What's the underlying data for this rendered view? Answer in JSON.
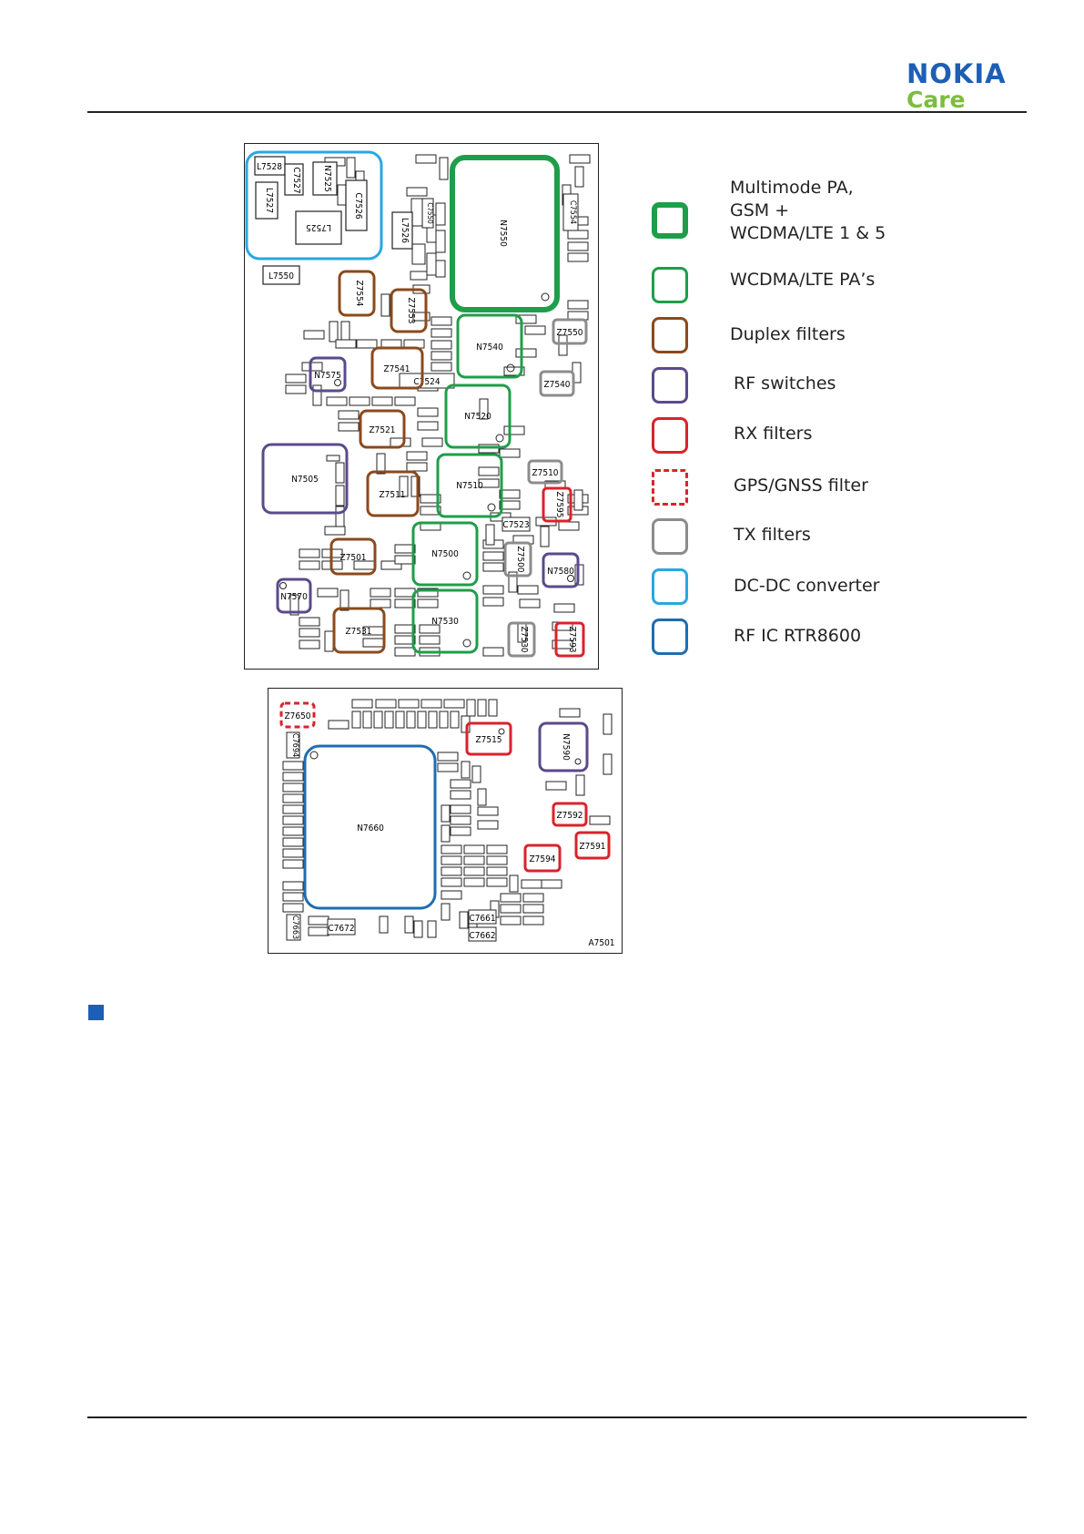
{
  "brand": {
    "name": "NOKIA",
    "sub": "Care",
    "name_color": "#1d5fb5",
    "sub_color": "#7cbd3b"
  },
  "legend": [
    {
      "label": "Multimode PA,\nGSM +\nWCDMA/LTE 1 & 5",
      "color": "#1e9e4a",
      "style": "solid-thick"
    },
    {
      "label": "WCDMA/LTE PA’s",
      "color": "#1e9e4a",
      "style": "solid"
    },
    {
      "label": "Duplex filters",
      "color": "#8b4a1c",
      "style": "solid"
    },
    {
      "label": "RF switches",
      "color": "#5b4a8b",
      "style": "solid"
    },
    {
      "label": "RX filters",
      "color": "#d9232d",
      "style": "solid"
    },
    {
      "label": "GPS/GNSS filter",
      "color": "#d9232d",
      "style": "dashed"
    },
    {
      "label": "TX filters",
      "color": "#8c8c8c",
      "style": "solid"
    },
    {
      "label": "DC-DC converter",
      "color": "#2aa7e0",
      "style": "solid"
    },
    {
      "label": "RF IC RTR8600",
      "color": "#1f6db0",
      "style": "solid"
    }
  ],
  "board_top": {
    "labels": {
      "L7528": "L7528",
      "C7527": "C7527",
      "N7525": "N7525",
      "C7526": "C7526",
      "L7527": "L7527",
      "L7525": "L7525",
      "L7526": "L7526",
      "C7550": "C7550",
      "N7550": "N7550",
      "C7554": "C7554",
      "L7550": "L7550",
      "Z7554": "Z7554",
      "Z7553": "Z7553",
      "N7540": "N7540",
      "Z7550": "Z7550",
      "N7575": "N7575",
      "Z7541": "Z7541",
      "Z7540": "Z7540",
      "C7524": "C7524",
      "N7520": "N7520",
      "Z7521": "Z7521",
      "N7505": "N7505",
      "Z7510": "Z7510",
      "N7510": "N7510",
      "Z7511": "Z7511",
      "Z7595": "Z7595",
      "C7523": "C7523",
      "Z7501": "Z7501",
      "N7500": "N7500",
      "Z7500": "Z7500",
      "N7580": "N7580",
      "N7570": "N7570",
      "Z7531": "Z7531",
      "N7530": "N7530",
      "Z7530": "Z7530",
      "Z7593": "Z7593"
    }
  },
  "board_bottom": {
    "labels": {
      "Z7650": "Z7650",
      "C7694": "C7694",
      "Z7515": "Z7515",
      "N7590": "N7590",
      "N7660": "N7660",
      "Z7592": "Z7592",
      "Z7591": "Z7591",
      "Z7594": "Z7594",
      "C7661": "C7661",
      "C7662": "C7662",
      "C7672": "C7672",
      "C7663": "C7663",
      "A7501": "A7501"
    }
  }
}
